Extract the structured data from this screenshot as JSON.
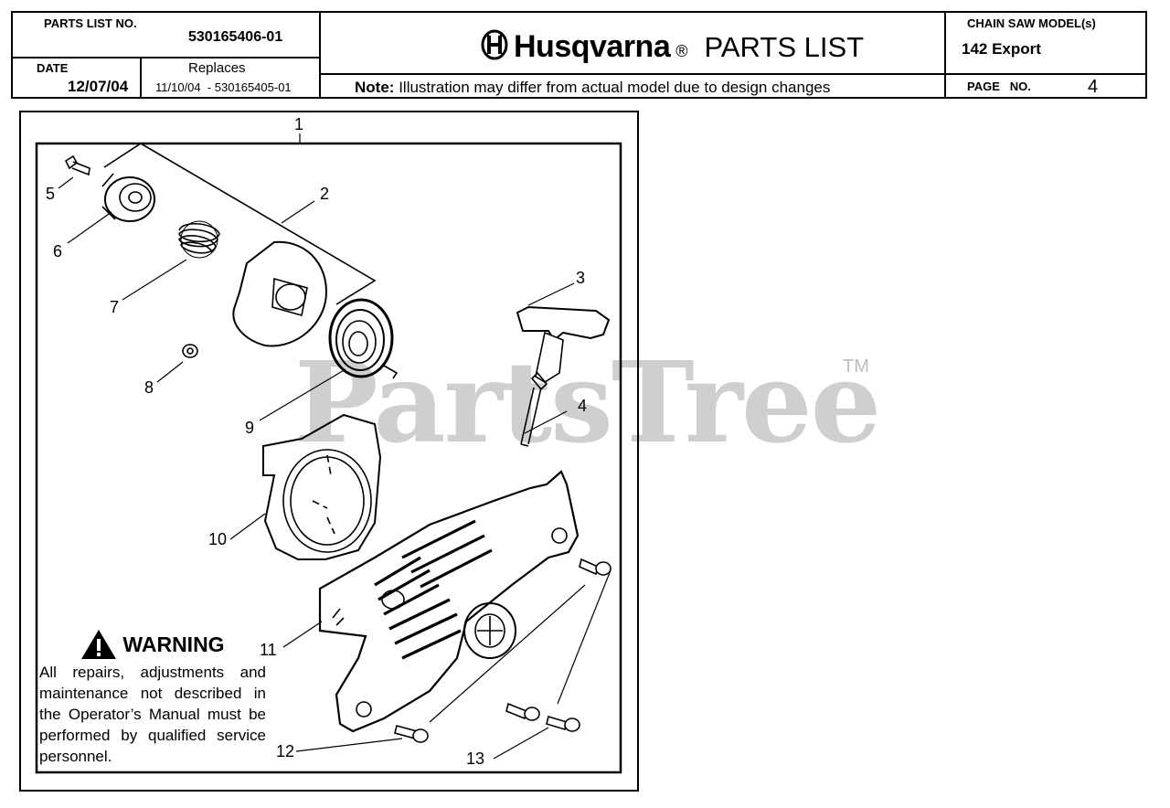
{
  "header": {
    "parts_list_no_label": "PARTS LIST NO.",
    "parts_list_no": "530165406-01",
    "date_label": "DATE",
    "date": "12/07/04",
    "replaces_label": "Replaces",
    "replaces": "11/10/04  - 530165405-01",
    "brand": "Husqvarna",
    "registered": "®",
    "title": "PARTS LIST",
    "note_label": "Note:",
    "note": "Illustration may differ from actual model due to design changes",
    "model_label": "CHAIN SAW MODEL(s)",
    "model": "142 Export",
    "page_label": "PAGE   NO.",
    "page_no": "4"
  },
  "watermark": {
    "text": "PartsTree",
    "tm": "TM"
  },
  "callouts": [
    "1",
    "2",
    "3",
    "4",
    "5",
    "6",
    "7",
    "8",
    "9",
    "10",
    "11",
    "12",
    "13"
  ],
  "warning": {
    "title": "WARNING",
    "body": "All repairs, adjustments and maintenance not described in the Operator’s Manual must be performed by qualified service personnel."
  },
  "colors": {
    "line": "#000000",
    "watermark": "#cfcfcf",
    "background": "#ffffff"
  }
}
